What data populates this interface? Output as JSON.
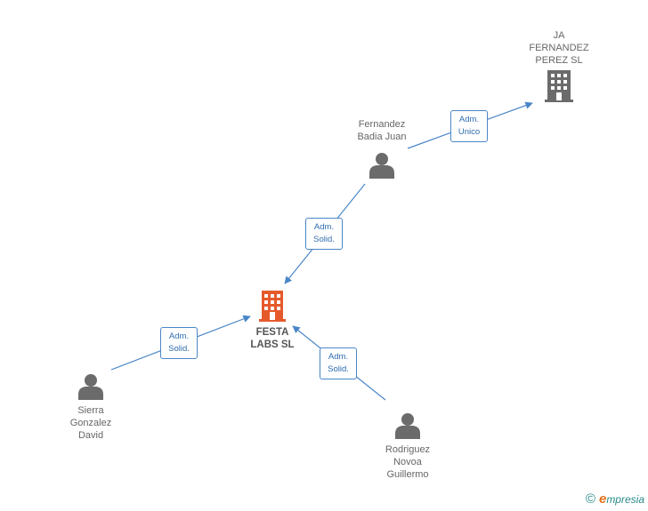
{
  "colors": {
    "edge": "#4a86c8",
    "center_building": "#e55a2b",
    "building": "#6b6b6b",
    "person": "#6b6b6b"
  },
  "nodes": {
    "center": {
      "label": "FESTA\nLABS SL",
      "icon": "building-icon"
    },
    "ja_fernandez": {
      "label": "JA\nFERNANDEZ\nPEREZ  SL",
      "icon": "building-icon"
    },
    "fernandez_badia": {
      "label": "Fernandez\nBadia Juan",
      "icon": "person-icon"
    },
    "sierra_gonzalez": {
      "label": "Sierra\nGonzalez\nDavid",
      "icon": "person-icon"
    },
    "rodriguez_novoa": {
      "label": "Rodriguez\nNovoa\nGuillermo",
      "icon": "person-icon"
    }
  },
  "edges": [
    {
      "label": "Adm.\nUnico"
    },
    {
      "label": "Adm.\nSolid."
    },
    {
      "label": "Adm.\nSolid."
    },
    {
      "label": "Adm.\nSolid."
    }
  ],
  "footer": {
    "copyright": "©",
    "brand_initial": "e",
    "brand_rest": "mpresia"
  }
}
